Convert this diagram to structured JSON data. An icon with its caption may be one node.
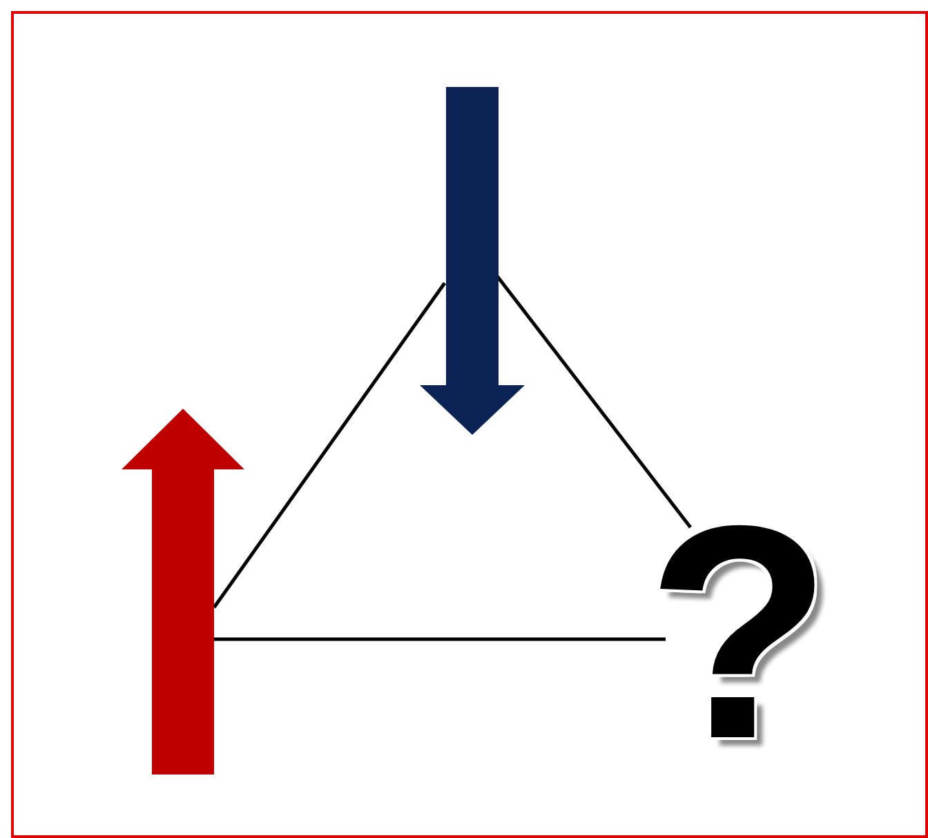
{
  "diagram": {
    "nodes": [
      {
        "text": [],
        "shape": "arrow"
      },
      {
        "text": [],
        "shape": "arrow"
      },
      {
        "text": [
          "?"
        ]
      }
    ],
    "edges": [
      {
        "from": 0,
        "to": 1,
        "arrow": "none"
      },
      {
        "from": 1,
        "to": 2,
        "arrow": "none"
      },
      {
        "from": 0,
        "to": 2,
        "arrow": "none"
      }
    ]
  }
}
